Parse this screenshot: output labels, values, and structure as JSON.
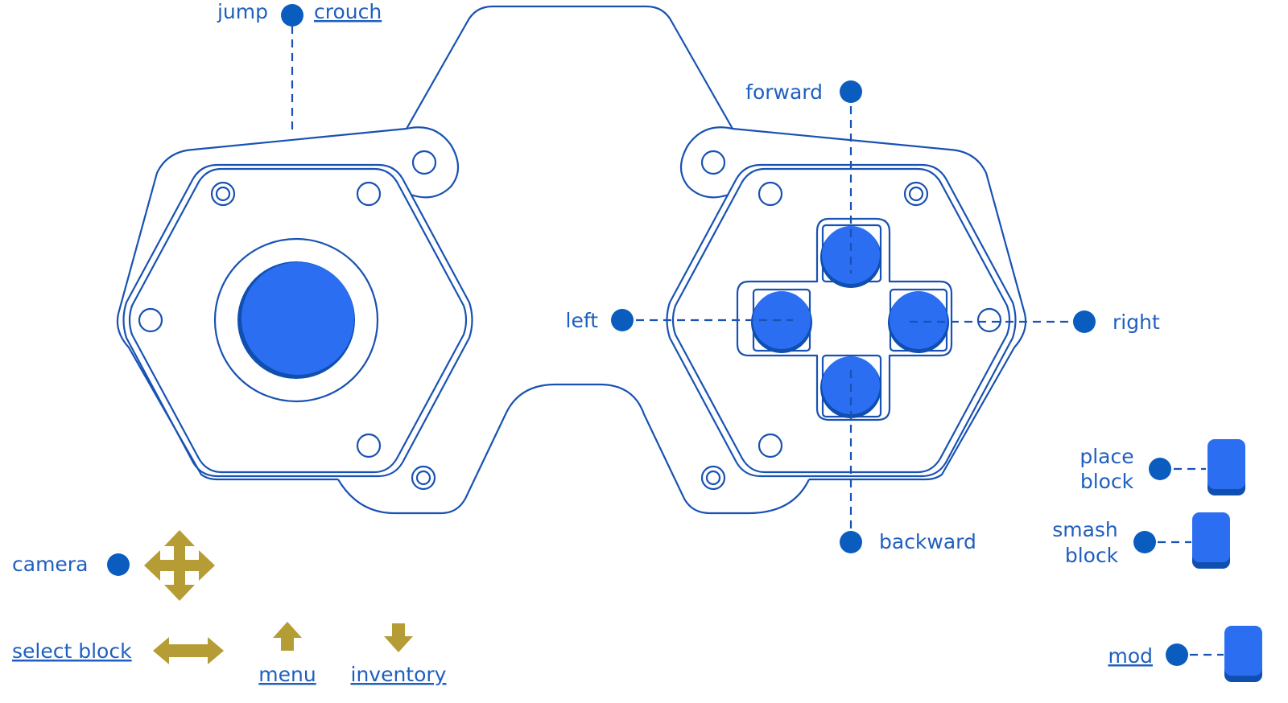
{
  "colors": {
    "outline": "#1852b3",
    "button_fill": "#2b6ef2",
    "button_edge": "#0e4fb0",
    "dot": "#0a5cbf",
    "label": "#1f5fbf",
    "arrow_gold": "#b59c34"
  },
  "labels": {
    "jump": "jump",
    "crouch": "crouch",
    "forward": "forward",
    "left": "left",
    "right": "right",
    "backward": "backward",
    "place_block_line1": "place",
    "place_block_line2": "block",
    "smash_block_line1": "smash",
    "smash_block_line2": "block",
    "mod": "mod",
    "camera": "camera",
    "select_block": "select block",
    "menu": "menu",
    "inventory": "inventory"
  },
  "icons": {
    "camera": "four-way-arrow-icon",
    "select_block": "horizontal-double-arrow-icon",
    "menu": "up-arrow-icon",
    "inventory": "down-arrow-icon"
  }
}
